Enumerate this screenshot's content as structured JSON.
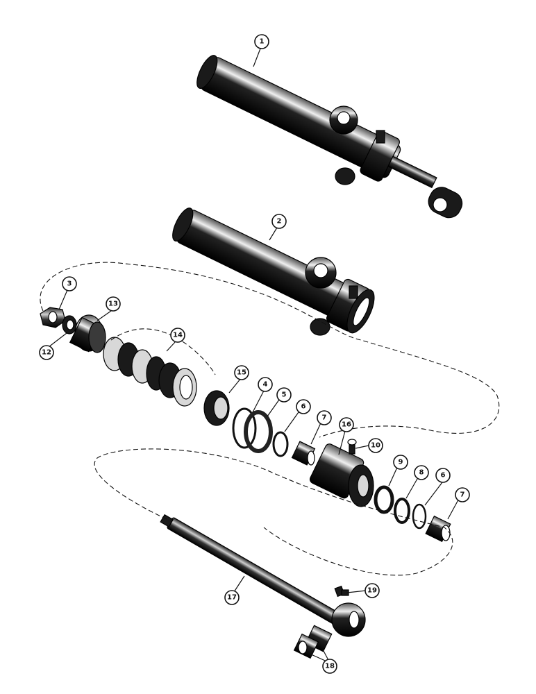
{
  "callouts": [
    {
      "id": "c1",
      "label": "1"
    },
    {
      "id": "c2",
      "label": "2"
    },
    {
      "id": "c3",
      "label": "3"
    },
    {
      "id": "c4",
      "label": "4"
    },
    {
      "id": "c5",
      "label": "5"
    },
    {
      "id": "c6a",
      "label": "6"
    },
    {
      "id": "c6b",
      "label": "6"
    },
    {
      "id": "c7a",
      "label": "7"
    },
    {
      "id": "c7b",
      "label": "7"
    },
    {
      "id": "c8",
      "label": "8"
    },
    {
      "id": "c9",
      "label": "9"
    },
    {
      "id": "c10",
      "label": "10"
    },
    {
      "id": "c12",
      "label": "12"
    },
    {
      "id": "c13",
      "label": "13"
    },
    {
      "id": "c14",
      "label": "14"
    },
    {
      "id": "c15",
      "label": "15"
    },
    {
      "id": "c16",
      "label": "16"
    },
    {
      "id": "c17",
      "label": "17"
    },
    {
      "id": "c18",
      "label": "18"
    },
    {
      "id": "c19",
      "label": "19"
    }
  ]
}
